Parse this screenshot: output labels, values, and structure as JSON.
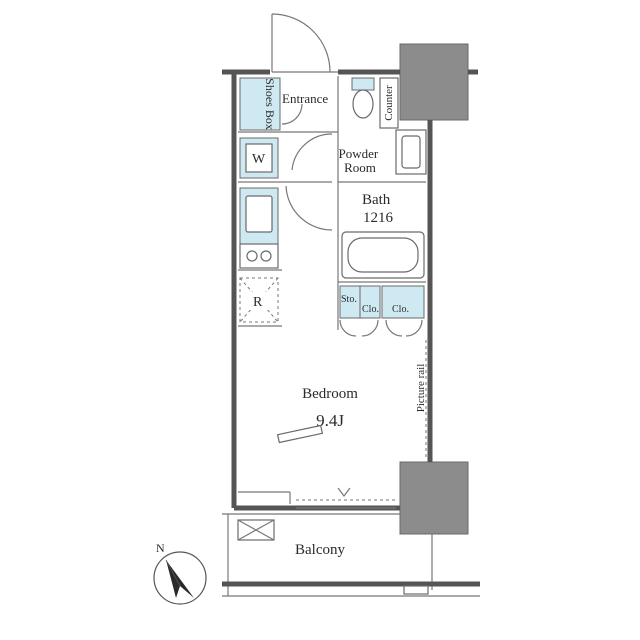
{
  "rooms": {
    "shoes_box": "Shoes Box",
    "entrance": "Entrance",
    "counter": "Counter",
    "powder_room_line1": "Powder",
    "powder_room_line2": "Room",
    "washer": "W",
    "bath": "Bath",
    "bath_size": "1216",
    "refrigerator": "R",
    "storage": "Sto.",
    "closet_1": "Clo.",
    "closet_2": "Clo.",
    "picture_rail": "Picture rail",
    "bedroom": "Bedroom",
    "bedroom_size": "9.4J",
    "balcony": "Balcony"
  },
  "compass": {
    "north": "N"
  },
  "colors": {
    "fixture_fill": "#cfe9f3",
    "column_fill": "#8c8c8c",
    "wall": "#555555"
  }
}
